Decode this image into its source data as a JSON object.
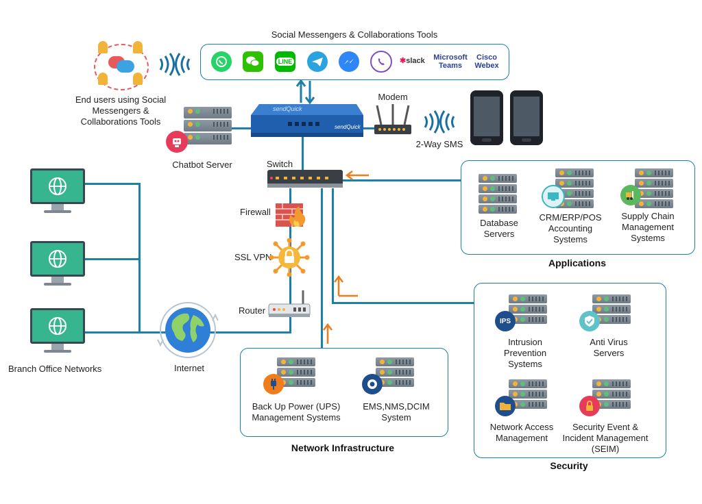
{
  "messengers": {
    "title": "Social Messengers & Collaborations Tools",
    "apps": [
      {
        "icon": "whatsapp-icon",
        "color": "#25d366"
      },
      {
        "icon": "wechat-icon",
        "color": "#2dc100"
      },
      {
        "icon": "line-icon",
        "color": "#00b900",
        "text": "LINE"
      },
      {
        "icon": "telegram-icon",
        "color": "#2aa3df"
      },
      {
        "icon": "messenger-icon",
        "color": "#2f86f6"
      },
      {
        "icon": "viber-icon",
        "color": "#7d4fc4"
      }
    ],
    "slack": "slack",
    "microsoft_teams": "Microsoft Teams",
    "cisco_webex": "Cisco Webex"
  },
  "end_users": {
    "label": "End users using Social Messengers & Collaborations Tools"
  },
  "chatbot": {
    "label": "Chatbot Server"
  },
  "device": {
    "brand": "sendQuick"
  },
  "modem": {
    "label": "Modem"
  },
  "sms": {
    "label": "2-Way SMS"
  },
  "switch": {
    "label": "Switch"
  },
  "firewall": {
    "label": "Firewall"
  },
  "vpn": {
    "label": "SSL VPN"
  },
  "router": {
    "label": "Router"
  },
  "internet": {
    "label": "Internet"
  },
  "branch": {
    "label": "Branch Office Networks"
  },
  "applications": {
    "title": "Applications",
    "items": [
      {
        "label": "Database Servers"
      },
      {
        "label": "CRM/ERP/POS Accounting Systems"
      },
      {
        "label": "Supply Chain Management Systems"
      }
    ]
  },
  "network": {
    "title": "Network Infrastructure",
    "items": [
      {
        "label": "Back Up Power (UPS) Management Systems"
      },
      {
        "label": "EMS,NMS,DCIM System"
      }
    ]
  },
  "security": {
    "title": "Security",
    "ips_badge": "IPS",
    "items": [
      {
        "label": "Intrusion Prevention Systems"
      },
      {
        "label": "Anti Virus Servers"
      },
      {
        "label": "Network Access Management"
      },
      {
        "label": "Security Event & Incident Management (SEIM)"
      }
    ]
  },
  "colors": {
    "line": "#1b7fa8",
    "arrow": "#f07c1c",
    "brand": "#2a3f9a"
  }
}
